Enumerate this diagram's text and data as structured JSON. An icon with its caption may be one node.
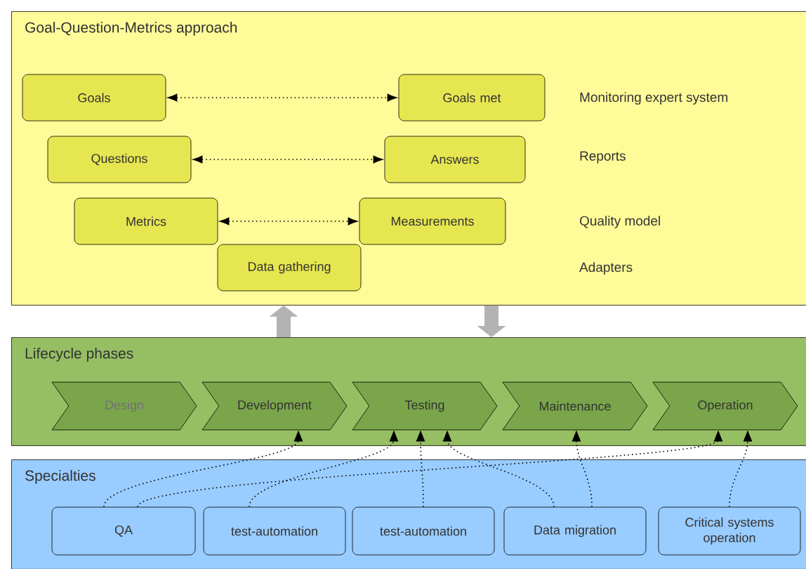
{
  "diagram": {
    "nodes": [
      {
        "text": [
          "Goal-Question-Metrics approach"
        ]
      },
      {
        "text": [
          "Goals"
        ],
        "in": 0
      },
      {
        "text": [
          "Goals met"
        ],
        "in": 0
      },
      {
        "text": [
          "Questions"
        ],
        "in": 0
      },
      {
        "text": [
          "Answers"
        ],
        "in": 0
      },
      {
        "text": [
          "Metrics"
        ],
        "in": 0
      },
      {
        "text": [
          "Measurements"
        ],
        "in": 0
      },
      {
        "text": [
          "Data gathering"
        ],
        "in": 0
      },
      {
        "text": [
          "Lifecycle phases"
        ]
      },
      {
        "text": [
          "Design"
        ],
        "in": 8
      },
      {
        "text": [
          "Development"
        ],
        "in": 8
      },
      {
        "text": [
          "Testing"
        ],
        "in": 8
      },
      {
        "text": [
          "Maintenance"
        ],
        "in": 8
      },
      {
        "text": [
          "Operation"
        ],
        "in": 8
      },
      {
        "text": [
          "Specialties"
        ]
      },
      {
        "text": [
          "QA"
        ],
        "in": 14
      },
      {
        "text": [
          "test-automation"
        ],
        "in": 14
      },
      {
        "text": [
          "test-automation"
        ],
        "in": 14
      },
      {
        "text": [
          "Data migration"
        ],
        "in": 14
      },
      {
        "text": [
          "Critical systems operation"
        ],
        "in": 14
      }
    ],
    "edges": [
      {
        "from": 1,
        "to": 2,
        "arrow": "both",
        "style": "dashed"
      },
      {
        "from": 3,
        "to": 4,
        "arrow": "both",
        "style": "dashed"
      },
      {
        "from": 5,
        "to": 6,
        "arrow": "both",
        "style": "dashed"
      },
      {
        "from": 8,
        "to": 0,
        "arrow": "to",
        "style": "thick",
        "color": "#b3b3b3"
      },
      {
        "from": 0,
        "to": 8,
        "arrow": "to",
        "style": "thick",
        "color": "#b3b3b3"
      },
      {
        "from": 15,
        "to": 10,
        "arrow": "to",
        "style": "dashed"
      },
      {
        "from": 15,
        "to": 13,
        "arrow": "to",
        "style": "dashed"
      },
      {
        "from": 16,
        "to": 11,
        "arrow": "to",
        "style": "dashed"
      },
      {
        "from": 17,
        "to": 11,
        "arrow": "to",
        "style": "dashed"
      },
      {
        "from": 18,
        "to": 11,
        "arrow": "to",
        "style": "dashed"
      },
      {
        "from": 18,
        "to": 12,
        "arrow": "to",
        "style": "dashed"
      },
      {
        "from": 19,
        "to": 13,
        "arrow": "to",
        "style": "dashed"
      }
    ],
    "labels": [
      "Monitoring expert system",
      "Reports",
      "Quality model",
      "Adapters"
    ]
  }
}
